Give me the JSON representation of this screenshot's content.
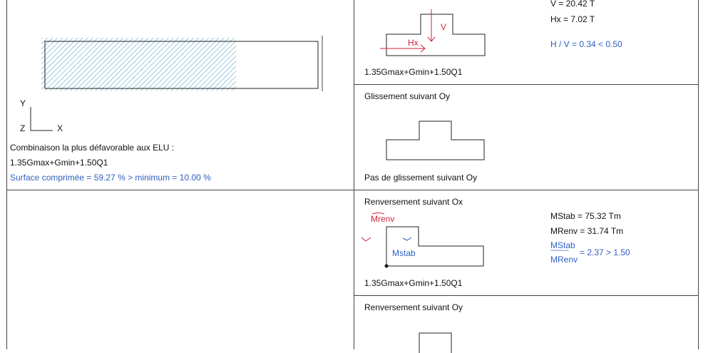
{
  "left_top": {
    "axis_y": "Y",
    "axis_z": "Z",
    "axis_x": "X",
    "combo_title": "Combinaison la plus défavorable aux ELU :",
    "combo_formula": "1.35Gmax+Gmin+1.50Q1",
    "surface_text": "Surface comprimée = 59.27 % > minimum = 10.00 %",
    "compressed_fraction": 0.5927
  },
  "sliding_x": {
    "v_value": "V  = 20.42 T",
    "hx_value": "Hx = 7.02 T",
    "ratio": "H / V = 0.34 < 0.50",
    "label_v": "V",
    "label_hx": "Hx",
    "combo": "1.35Gmax+Gmin+1.50Q1"
  },
  "sliding_y": {
    "title": "Glissement suivant Oy",
    "result": "Pas de glissement suivant Oy"
  },
  "overturn_x": {
    "title": "Renversement suivant Ox",
    "mstab": "MStab = 75.32 Tm",
    "mrenv": "MRenv = 31.74 Tm",
    "frac_num": "MStab",
    "frac_dash": "---------",
    "frac_den": "MRenv",
    "frac_result": "= 2.37 > 1.50",
    "label_mrenv": "Mrenv",
    "label_mstab": "Mstab",
    "combo": "1.35Gmax+Gmin+1.50Q1"
  },
  "overturn_y": {
    "title": "Renversement suivant Oy"
  },
  "colors": {
    "blue": "#2f5fbf",
    "red": "#d0223a",
    "hatch": "#5aa5c8",
    "line": "#444444"
  }
}
